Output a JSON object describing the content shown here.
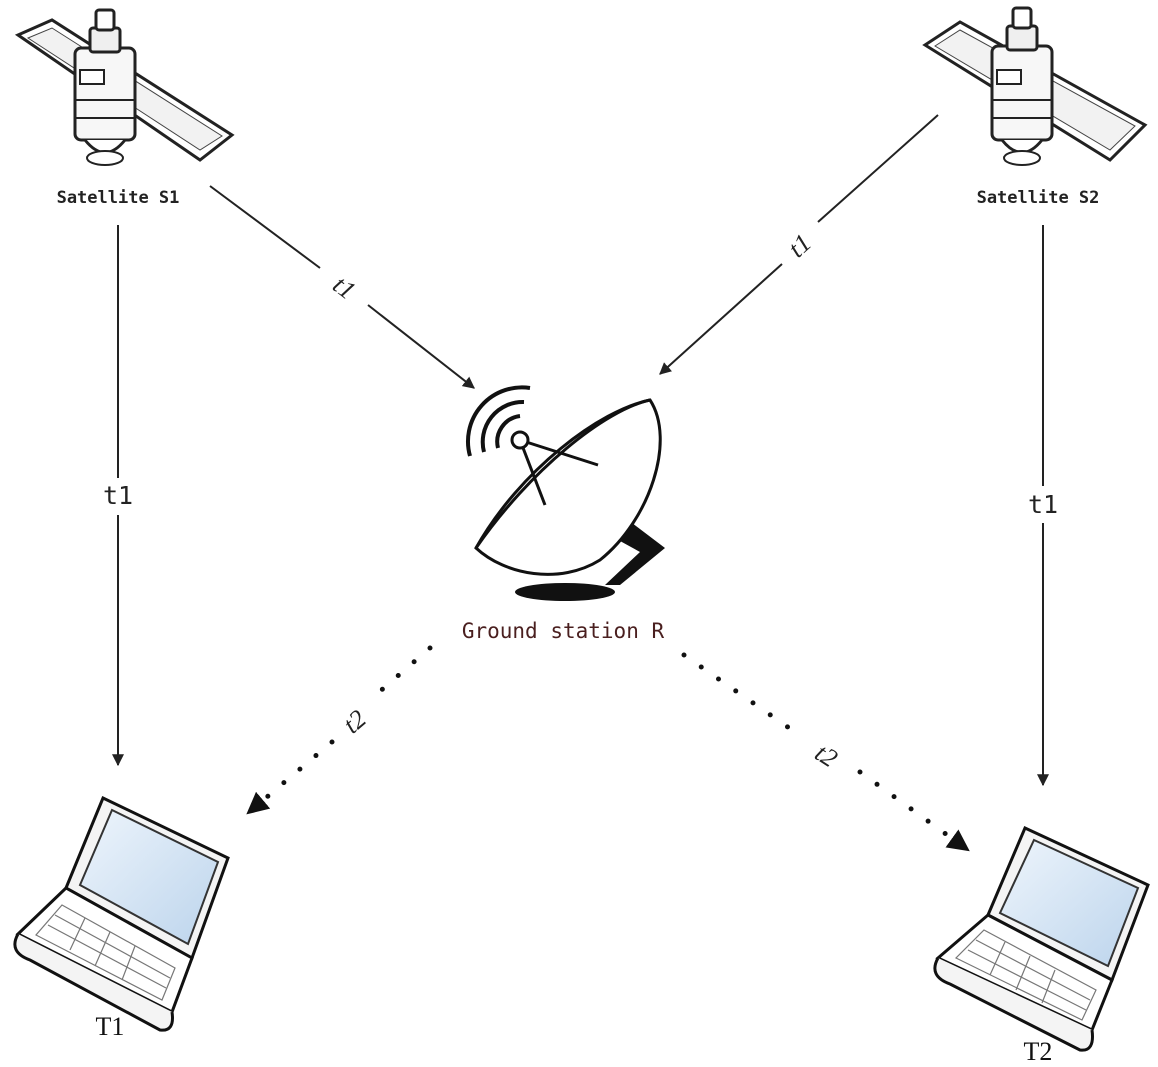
{
  "nodes": {
    "satellite_s1": {
      "label": "Satellite S1"
    },
    "satellite_s2": {
      "label": "Satellite S2"
    },
    "ground_station": {
      "label": "Ground station R"
    },
    "terminal_t1": {
      "label": "T1"
    },
    "terminal_t2": {
      "label": "T2"
    }
  },
  "edges": {
    "s1_to_t1": {
      "label": "t1",
      "style": "solid"
    },
    "s1_to_r": {
      "label": "t1",
      "style": "solid"
    },
    "s2_to_r": {
      "label": "t1",
      "style": "solid"
    },
    "s2_to_t2": {
      "label": "t1",
      "style": "solid"
    },
    "r_to_t1": {
      "label": "t2",
      "style": "dotted"
    },
    "r_to_t2": {
      "label": "t2",
      "style": "dotted"
    }
  },
  "colors": {
    "line": "#222222",
    "label_text": "#222222",
    "ground_label_text": "#4a1f1f",
    "screen_fill": "#dbe9f6",
    "body_fill": "#f4f4f4"
  }
}
